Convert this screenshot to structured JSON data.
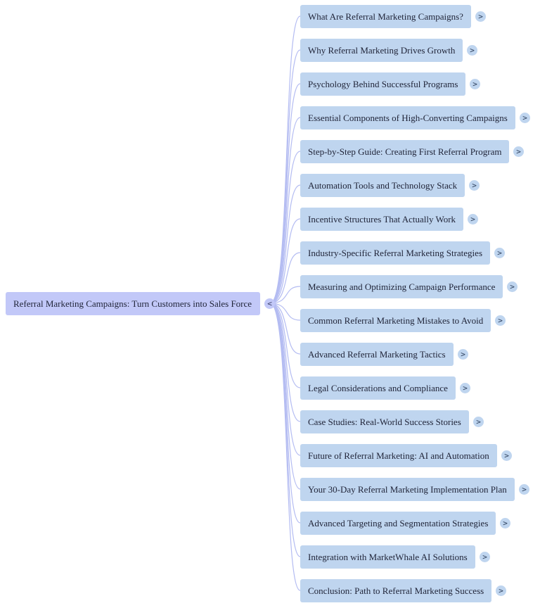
{
  "root": {
    "label": "Referral Marketing Campaigns: Turn Customers into Sales Force",
    "toggle": "<"
  },
  "children": [
    {
      "label": "What Are Referral Marketing Campaigns?",
      "toggle": ">"
    },
    {
      "label": "Why Referral Marketing Drives Growth",
      "toggle": ">"
    },
    {
      "label": "Psychology Behind Successful Programs",
      "toggle": ">"
    },
    {
      "label": "Essential Components of High-Converting Campaigns",
      "toggle": ">"
    },
    {
      "label": "Step-by-Step Guide: Creating First Referral Program",
      "toggle": ">"
    },
    {
      "label": "Automation Tools and Technology Stack",
      "toggle": ">"
    },
    {
      "label": "Incentive Structures That Actually Work",
      "toggle": ">"
    },
    {
      "label": "Industry-Specific Referral Marketing Strategies",
      "toggle": ">"
    },
    {
      "label": "Measuring and Optimizing Campaign Performance",
      "toggle": ">"
    },
    {
      "label": "Common Referral Marketing Mistakes to Avoid",
      "toggle": ">"
    },
    {
      "label": "Advanced Referral Marketing Tactics",
      "toggle": ">"
    },
    {
      "label": "Legal Considerations and Compliance",
      "toggle": ">"
    },
    {
      "label": "Case Studies: Real-World Success Stories",
      "toggle": ">"
    },
    {
      "label": "Future of Referral Marketing: AI and Automation",
      "toggle": ">"
    },
    {
      "label": "Your 30-Day Referral Marketing Implementation Plan",
      "toggle": ">"
    },
    {
      "label": "Advanced Targeting and Segmentation Strategies",
      "toggle": ">"
    },
    {
      "label": "Integration with MarketWhale AI Solutions",
      "toggle": ">"
    },
    {
      "label": "Conclusion: Path to Referral Marketing Success",
      "toggle": ">"
    }
  ],
  "colors": {
    "root_fill": "#c2c8f8",
    "child_fill": "#bfd5ef",
    "connector": "#b4bcf2"
  }
}
